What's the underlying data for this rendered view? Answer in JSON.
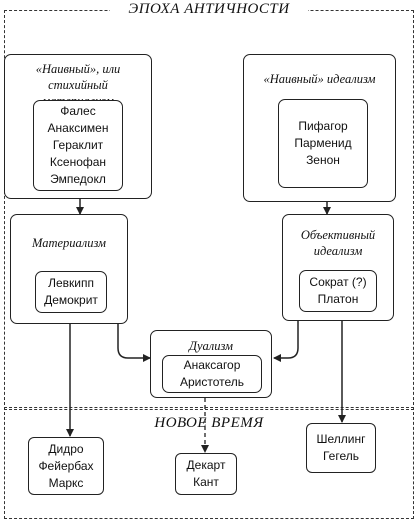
{
  "regions": {
    "antiquity_title": "ЭПОХА АНТИЧНОСТИ",
    "modern_title": "НОВОЕ ВРЕМЯ"
  },
  "naive_materialism": {
    "title_line1": "«Наивный», или стихийный",
    "title_line2": "материализм",
    "names": [
      "Фалес",
      "Анаксимен",
      "Гераклит",
      "Ксенофан",
      "Эмпедокл"
    ]
  },
  "naive_idealism": {
    "title": "«Наивный» идеализм",
    "names": [
      "Пифагор",
      "Парменид",
      "Зенон"
    ]
  },
  "materialism": {
    "title": "Материализм",
    "names": [
      "Левкипп",
      "Демокрит"
    ]
  },
  "objective_idealism": {
    "title_line1": "Объективный",
    "title_line2": "идеализм",
    "names": [
      "Сократ (?)",
      "Платон"
    ]
  },
  "dualism": {
    "title": "Дуализм",
    "names": [
      "Анаксагор",
      "Аристотель"
    ]
  },
  "modern": {
    "left_names": [
      "Дидро",
      "Фейербах",
      "Маркс"
    ],
    "center_names": [
      "Декарт",
      "Кант"
    ],
    "right_names": [
      "Шеллинг",
      "Гегель"
    ]
  }
}
